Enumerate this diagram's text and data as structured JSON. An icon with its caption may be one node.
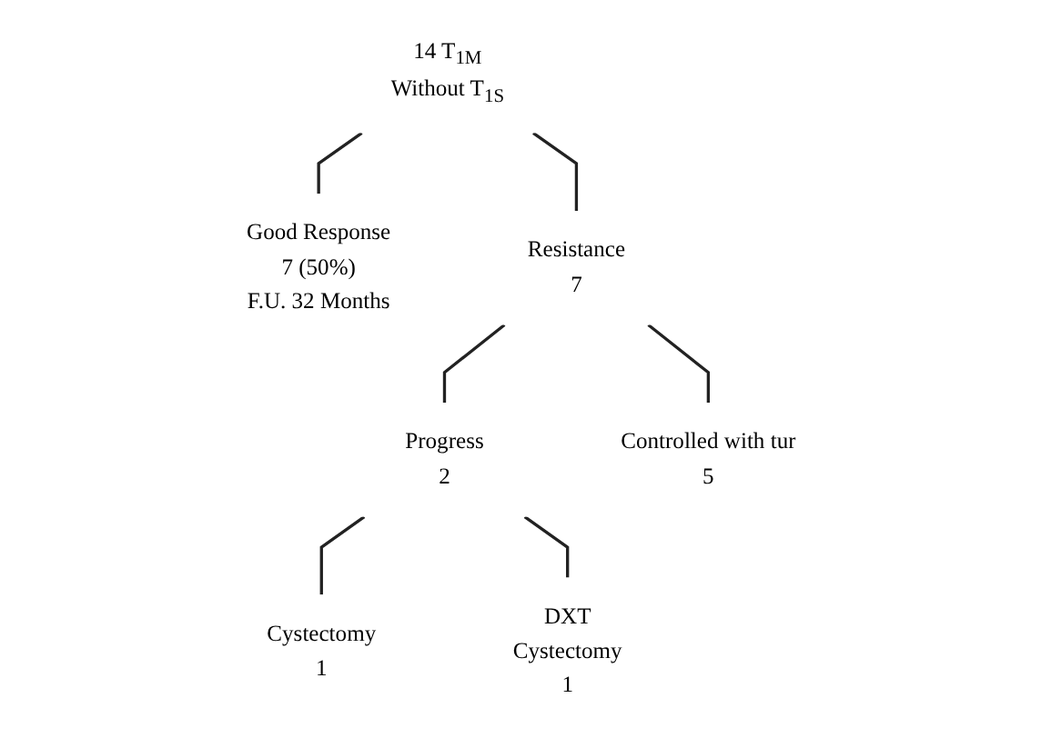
{
  "diagram": {
    "nodes": [
      {
        "text": [
          "14 T$_{1M}$",
          "Without T$_{1S}$"
        ]
      },
      {
        "text": [
          "Good Response",
          "7 (50%)",
          "F.U. 32 Months"
        ]
      },
      {
        "text": [
          "Resistance",
          "7"
        ]
      },
      {
        "text": [
          "Progress",
          "2"
        ]
      },
      {
        "text": [
          "Controlled with tur",
          "5"
        ]
      },
      {
        "text": [
          "Cystectomy",
          "1"
        ]
      },
      {
        "text": [
          "DXT",
          "Cystectomy",
          "1"
        ]
      }
    ],
    "edges": [
      {
        "from": 0,
        "to": 1,
        "arrow": "none"
      },
      {
        "from": 0,
        "to": 2,
        "arrow": "none"
      },
      {
        "from": 2,
        "to": 3,
        "arrow": "none"
      },
      {
        "from": 2,
        "to": 4,
        "arrow": "none"
      },
      {
        "from": 3,
        "to": 5,
        "arrow": "none"
      },
      {
        "from": 3,
        "to": 6,
        "arrow": "none"
      }
    ]
  }
}
